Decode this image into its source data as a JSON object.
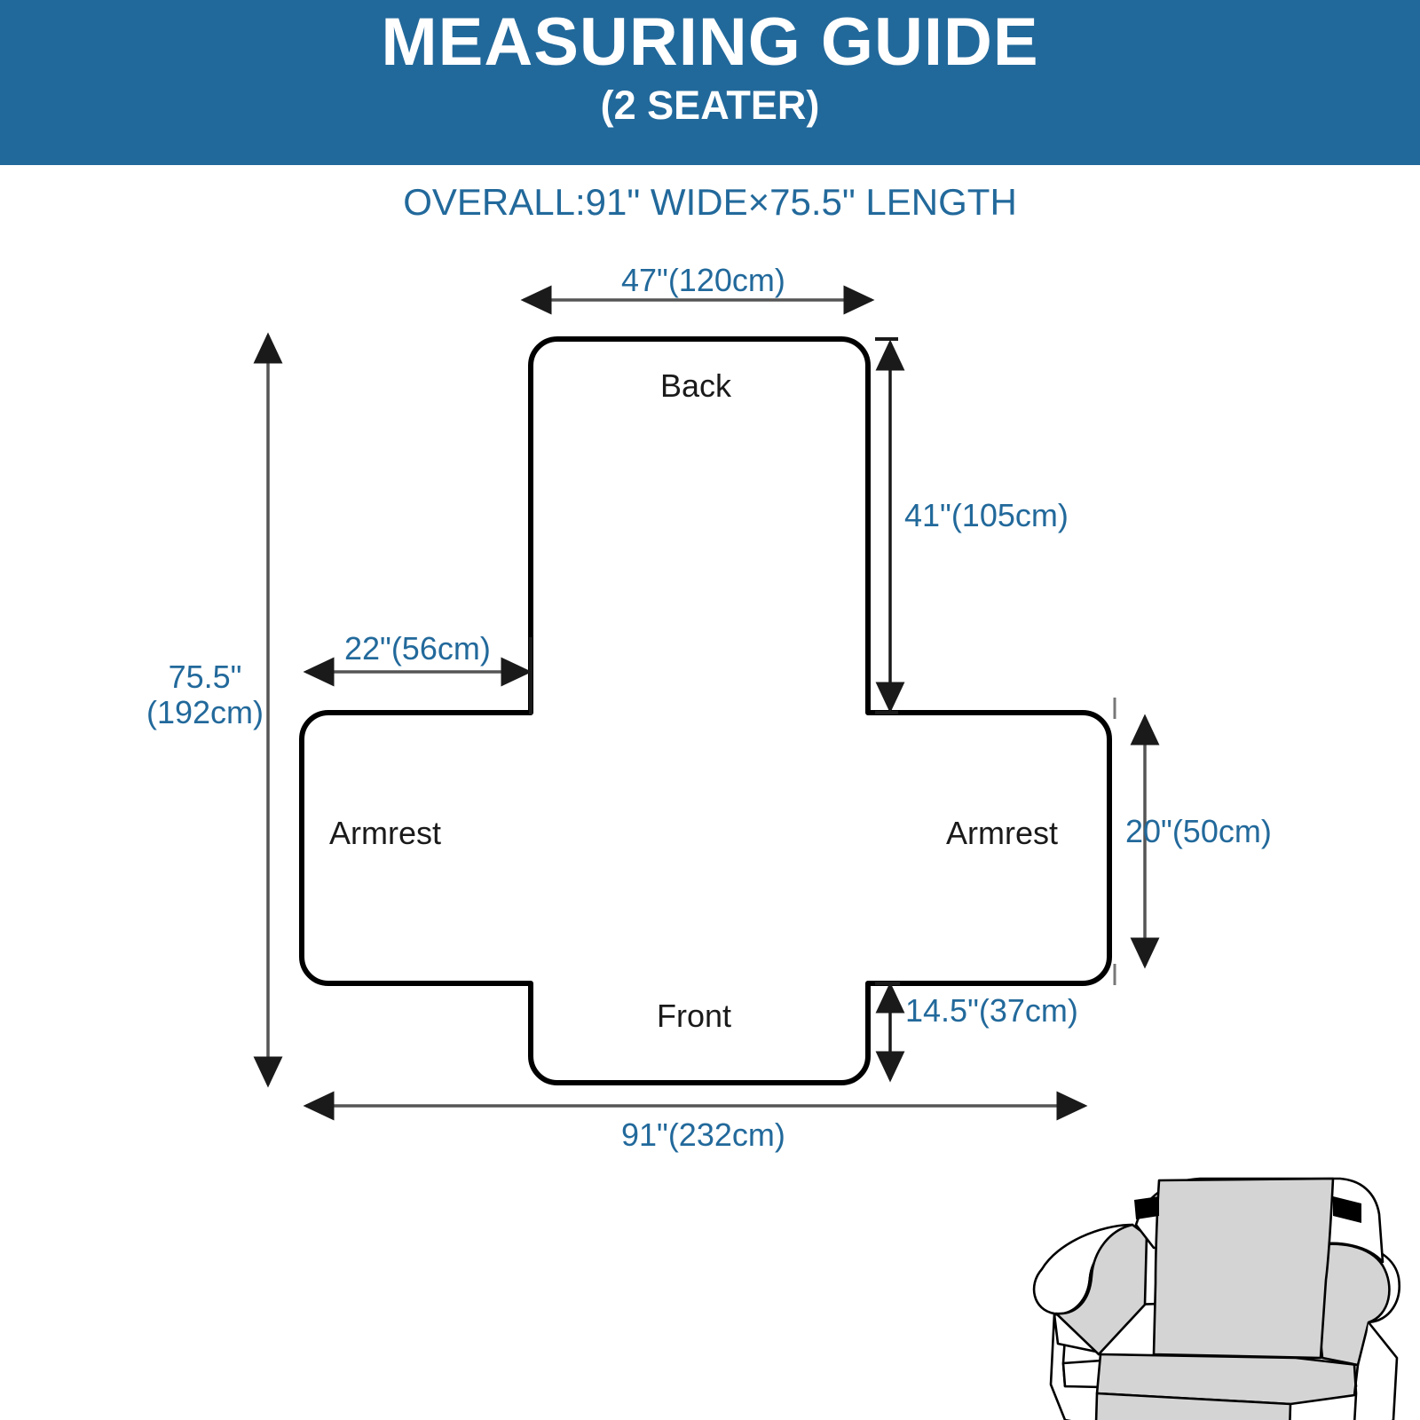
{
  "header": {
    "title": "MEASURING GUIDE",
    "subtitle": "(2 SEATER)",
    "background_color": "#22699b",
    "text_color": "#ffffff"
  },
  "overall": {
    "text": "OVERALL:91\" WIDE×75.5\" LENGTH",
    "color": "#22699b"
  },
  "diagram": {
    "accent_color": "#22699b",
    "outline_color": "#000000",
    "labels": {
      "back": "Back",
      "front": "Front",
      "armrest_left": "Armrest",
      "armrest_right": "Armrest"
    },
    "dimensions": {
      "top_width": "47\"(120cm)",
      "left_height_line1": "75.5\"",
      "left_height_line2": "(192cm)",
      "left_inset": "22\"(56cm)",
      "back_height": "41\"(105cm)",
      "armrest_height": "20\"(50cm)",
      "front_skirt": "14.5\"(37cm)",
      "bottom_width": "91\"(232cm)"
    }
  },
  "sofa_illustration": {
    "name": "2-seater-loveseat-with-cover",
    "cover_color": "#d4d4d4",
    "outline_color": "#000000",
    "strap_color": "#000000"
  }
}
